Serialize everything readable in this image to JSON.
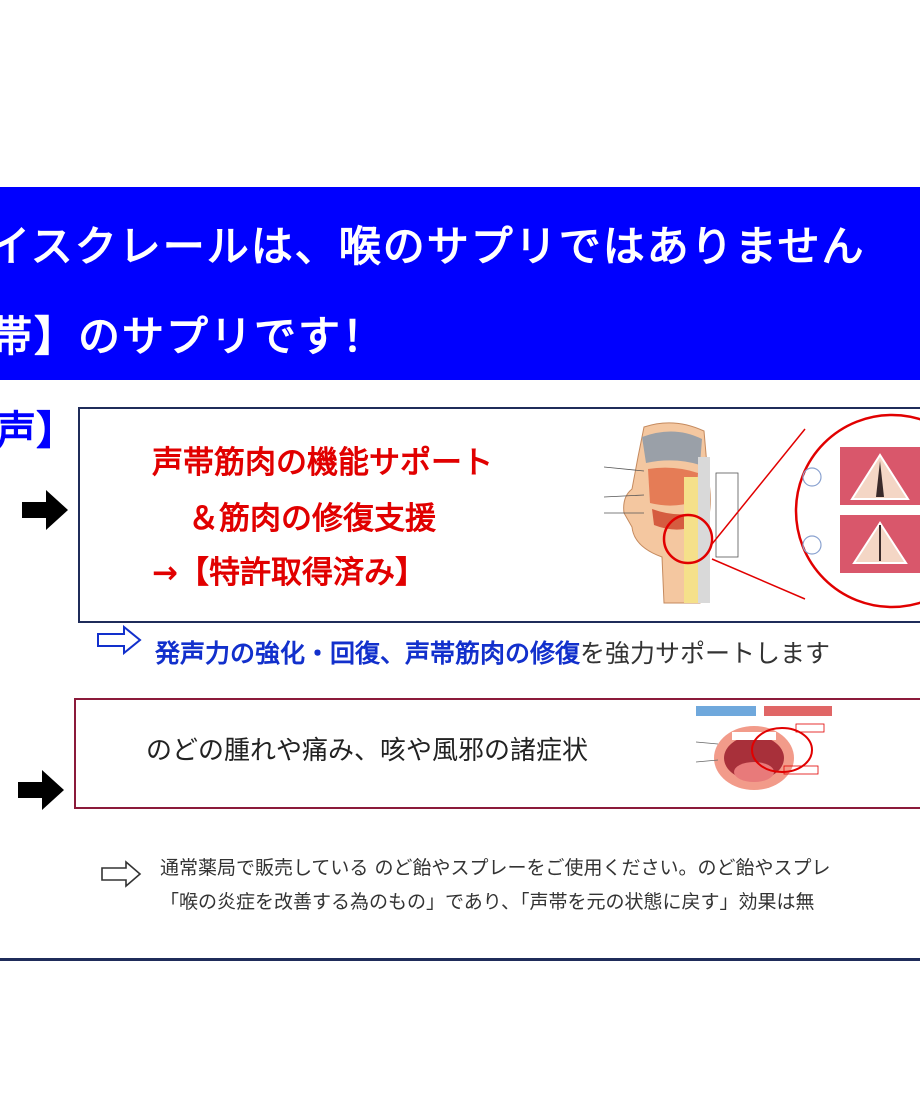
{
  "banner": {
    "line1": "イスクレールは、喉のサプリではありません",
    "line2": "帯】のサプリです！"
  },
  "side_label": "声】",
  "box1": {
    "line1": "声帯筋肉の機能サポート",
    "line2": "＆筋肉の修復支援",
    "line3": "→【特許取得済み】"
  },
  "support": {
    "strong1": "発声力の強化・回復、",
    "strong2": "声帯筋肉の修復",
    "rest": "を強力サポートします"
  },
  "box2": {
    "text": "のどの腫れや痛み、咳や風邪の諸症状"
  },
  "note": {
    "line1": "通常薬局で販売している のど飴やスプレーをご使用ください。のど飴やスプレ",
    "line2": "「喉の炎症を改善する為のもの」であり、「声帯を元の状態に戻す」効果は無"
  },
  "colors": {
    "banner_bg": "#0000ff",
    "accent_red": "#e10000",
    "accent_blue": "#1230cc",
    "box1_border": "#1f2c5a",
    "box2_border": "#8b1a3a"
  }
}
